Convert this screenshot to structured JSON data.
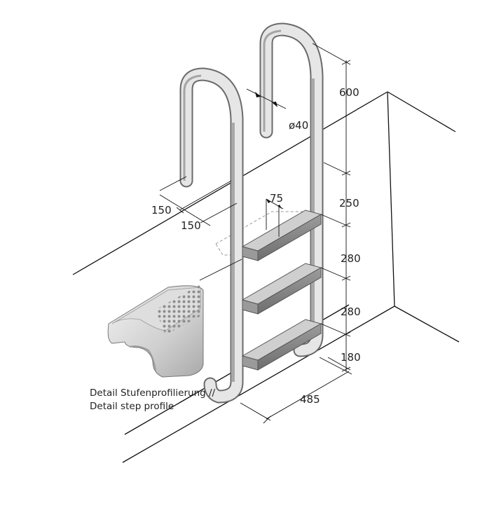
{
  "dimensions": {
    "height_top": "600",
    "tube_diameter": "ø40",
    "step_depth": "75",
    "height_step1": "250",
    "height_step2": "280",
    "height_step3": "280",
    "height_bottom": "180",
    "width": "485",
    "offset_a": "150",
    "offset_b": "150"
  },
  "caption": {
    "line1": "Detail Stufenprofilierung //",
    "line2": "Detail step profile"
  },
  "colors": {
    "metal_light": "#e8e8e8",
    "metal_mid": "#bcbcbc",
    "metal_dark": "#8a8a8a",
    "step_tread": "#7a7a7a"
  }
}
